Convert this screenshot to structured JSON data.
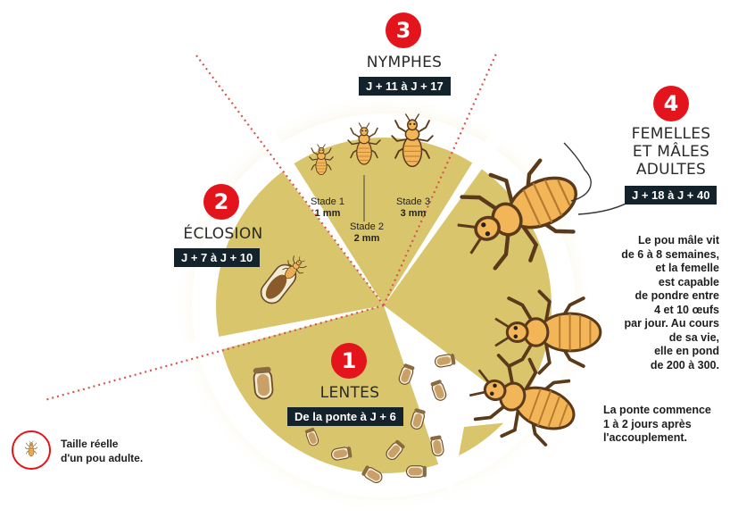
{
  "stages": {
    "s1": {
      "number": "1",
      "title": "LENTES",
      "period": "De la ponte à J + 6"
    },
    "s2": {
      "number": "2",
      "title": "ÉCLOSION",
      "period": "J + 7 à J + 10"
    },
    "s3": {
      "number": "3",
      "title": "NYMPHES",
      "period": "J + 11 à J + 17"
    },
    "s4": {
      "number": "4",
      "title_lines": [
        "FEMELLES",
        "ET MÂLES",
        "ADULTES"
      ],
      "period": "J + 18 à J + 40"
    }
  },
  "nymph_stages": [
    {
      "label": "Stade 1",
      "size": "1 mm"
    },
    {
      "label": "Stade 2",
      "size": "2 mm"
    },
    {
      "label": "Stade 3",
      "size": "3 mm"
    }
  ],
  "notes": {
    "lifespan": [
      "Le pou mâle vit",
      "de 6 à 8 semaines,",
      "et la femelle",
      "est capable",
      "de pondre entre",
      "4 et 10 œufs",
      "par jour. Au cours",
      "de sa vie,",
      "elle en pond",
      "de 200 à 300."
    ],
    "laying": [
      "La ponte commence",
      "1 à 2 jours après",
      "l'accouplement."
    ],
    "legend": [
      "Taille réelle",
      "d'un pou adulte."
    ]
  },
  "colors": {
    "accent_red": "#e3141b",
    "tag_bg": "#14232b",
    "disc_khaki": "#d8c56c",
    "lice_orange": "#f2b558"
  },
  "icons": [
    "louse-icon",
    "nit-icon"
  ]
}
